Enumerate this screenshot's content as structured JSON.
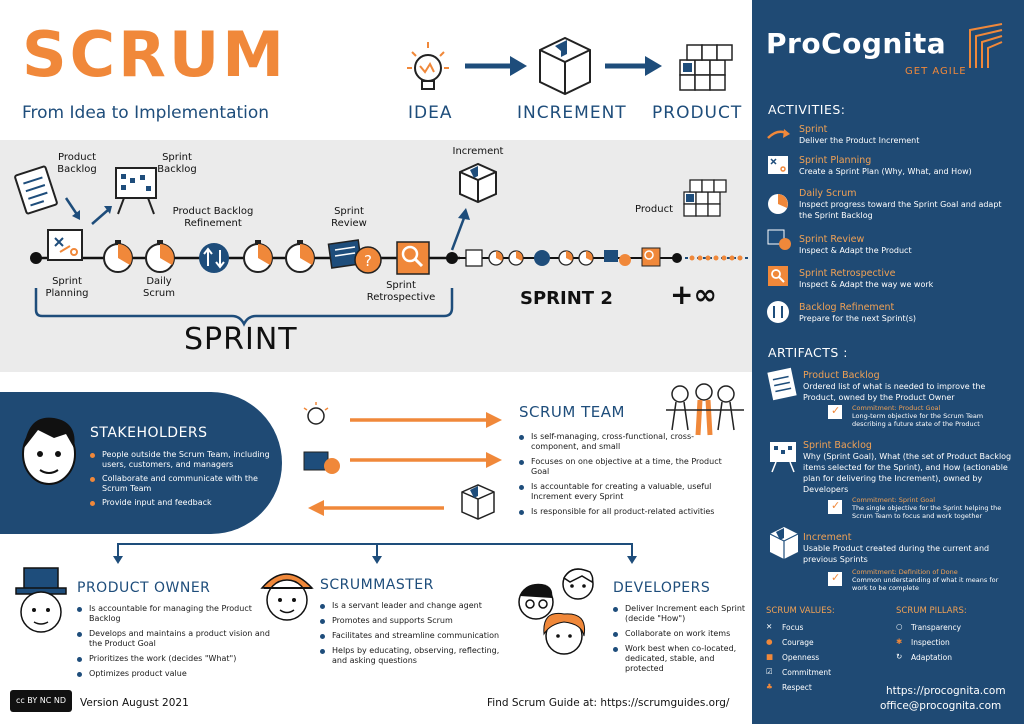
{
  "header": {
    "title": "SCRUM",
    "subtitle": "From Idea to Implementation",
    "flow": [
      "IDEA",
      "INCREMENT",
      "PRODUCT"
    ]
  },
  "timeline": {
    "product_backlog": "Product\nBacklog",
    "sprint_backlog": "Sprint\nBacklog",
    "sprint_planning": "Sprint\nPlanning",
    "daily_scrum": "Daily\nScrum",
    "refinement": "Product Backlog\nRefinement",
    "sprint_review": "Sprint\nReview",
    "sprint_retro": "Sprint\nRetrospective",
    "increment": "Increment",
    "product": "Product",
    "sprint_label": "SPRINT",
    "sprint2_label": "SPRINT 2",
    "infinity_label": "+∞"
  },
  "stakeholders": {
    "title": "STAKEHOLDERS",
    "items": [
      "People outside the Scrum Team, including users, customers, and managers",
      "Collaborate and communicate with the Scrum Team",
      "Provide input and feedback"
    ]
  },
  "scrum_team": {
    "title": "SCRUM TEAM",
    "items": [
      "Is self-managing, cross-functional, cross-component, and small",
      "Focuses on one objective at a time, the Product Goal",
      "Is accountable for creating a valuable, useful Increment every Sprint",
      "Is responsible for all product-related activities"
    ]
  },
  "product_owner": {
    "title": "PRODUCT OWNER",
    "items": [
      "Is accountable for managing the Product Backlog",
      "Develops and maintains a product vision and the Product Goal",
      "Prioritizes the work (decides \"What\")",
      "Optimizes product value"
    ]
  },
  "scrummaster": {
    "title": "SCRUMMASTER",
    "items": [
      "Is a servant leader and change agent",
      "Promotes and supports Scrum",
      "Facilitates and streamline communication",
      "Helps by educating, observing, reflecting, and asking questions"
    ]
  },
  "developers": {
    "title": "DEVELOPERS",
    "items": [
      "Deliver Increment each Sprint (decide \"How\")",
      "Collaborate on work items",
      "Work best when co-located, dedicated, stable, and protected"
    ]
  },
  "footer": {
    "license": "cc BY NC ND",
    "version": "Version August 2021",
    "guide": "Find Scrum Guide at: https://scrumguides.org/"
  },
  "sidebar": {
    "brand": "ProCognita",
    "tagline": "GET AGILE",
    "activities_head": "ACTIVITIES:",
    "activities": [
      {
        "title": "Sprint",
        "desc": "Deliver the Product Increment",
        "icon": "arrow-icon"
      },
      {
        "title": "Sprint Planning",
        "desc": "Create a Sprint Plan (Why, What, and How)",
        "icon": "whiteboard-icon"
      },
      {
        "title": "Daily Scrum",
        "desc": "Inspect progress toward the Sprint Goal and adapt the Sprint Backlog",
        "icon": "stopwatch-icon"
      },
      {
        "title": "Sprint Review",
        "desc": "Inspect & Adapt the Product",
        "icon": "chat-bubble-icon"
      },
      {
        "title": "Sprint Retrospective",
        "desc": "Inspect & Adapt the way we work",
        "icon": "magnifier-icon"
      },
      {
        "title": "Backlog Refinement",
        "desc": "Prepare for the next Sprint(s)",
        "icon": "swap-arrows-icon"
      }
    ],
    "artifacts_head": "ARTIFACTS :",
    "artifacts": [
      {
        "title": "Product Backlog",
        "desc": "Ordered list of what is needed to improve the Product, owned by the Product Owner",
        "commit_title": "Commitment: Product Goal",
        "commit_desc": "Long-term objective for the Scrum Team describing a future state of the Product"
      },
      {
        "title": "Sprint Backlog",
        "desc": "Why (Sprint Goal), What (the set of Product Backlog items selected for the Sprint), and How (actionable plan for delivering the Increment), owned by Developers",
        "commit_title": "Commitment: Sprint Goal",
        "commit_desc": "The single objective for the Sprint helping the Scrum Team to focus and work together"
      },
      {
        "title": "Increment",
        "desc": "Usable Product created during the current and previous Sprints",
        "commit_title": "Commitment: Definition of Done",
        "commit_desc": "Common understanding of what it means for work to be complete"
      }
    ],
    "values_head": "SCRUM VALUES:",
    "values": [
      "Focus",
      "Courage",
      "Openness",
      "Commitment",
      "Respect"
    ],
    "pillars_head": "SCRUM PILLARS:",
    "pillars": [
      "Transparency",
      "Inspection",
      "Adaptation"
    ],
    "url": "https://procognita.com",
    "email": "office@procognita.com"
  },
  "colors": {
    "orange": "#f0883a",
    "navy": "#1f4a74",
    "grey": "#ebebeb"
  }
}
